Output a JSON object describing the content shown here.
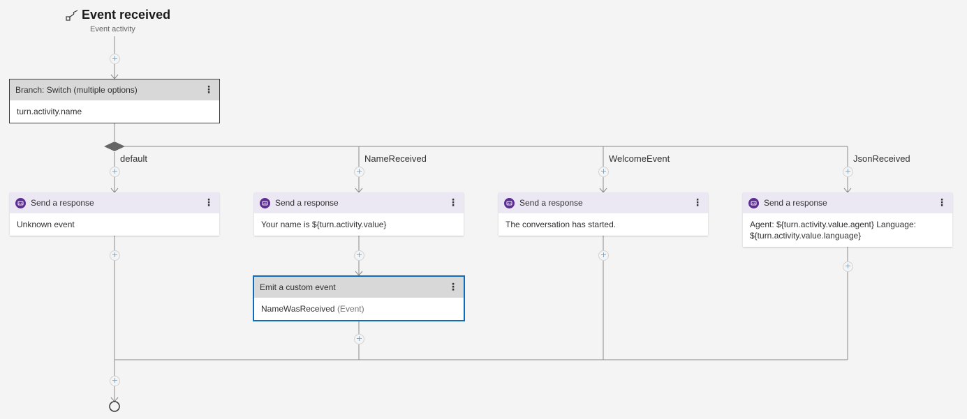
{
  "header": {
    "title": "Event received",
    "subtitle": "Event activity"
  },
  "branch_card": {
    "title": "Branch: Switch (multiple options)",
    "body": "turn.activity.name"
  },
  "cases": [
    {
      "label": "default",
      "card_title": "Send a response",
      "card_body": "Unknown event"
    },
    {
      "label": "NameReceived",
      "card_title": "Send a response",
      "card_body": "Your name is ${turn.activity.value}"
    },
    {
      "label": "WelcomeEvent",
      "card_title": "Send a response",
      "card_body": "The conversation has started."
    },
    {
      "label": "JsonReceived",
      "card_title": "Send a response",
      "card_body": "Agent: ${turn.activity.value.agent} Language: ${turn.activity.value.language}"
    }
  ],
  "emit_card": {
    "title": "Emit a custom event",
    "event_name": "NameWasReceived",
    "event_type": "(Event)"
  },
  "icons": {
    "kebab": "⋮",
    "add": "+",
    "header_icon": "event-trigger-icon",
    "response_icon": "bot-icon",
    "end_icon": "end-circle-icon"
  },
  "colors": {
    "accent_purple": "#5c2e91",
    "selected_border": "#0f6cbd",
    "response_header": "#ebe8f3",
    "branch_header": "#d8d8d8",
    "connector": "#8a8a8a",
    "background": "#f4f4f4"
  }
}
